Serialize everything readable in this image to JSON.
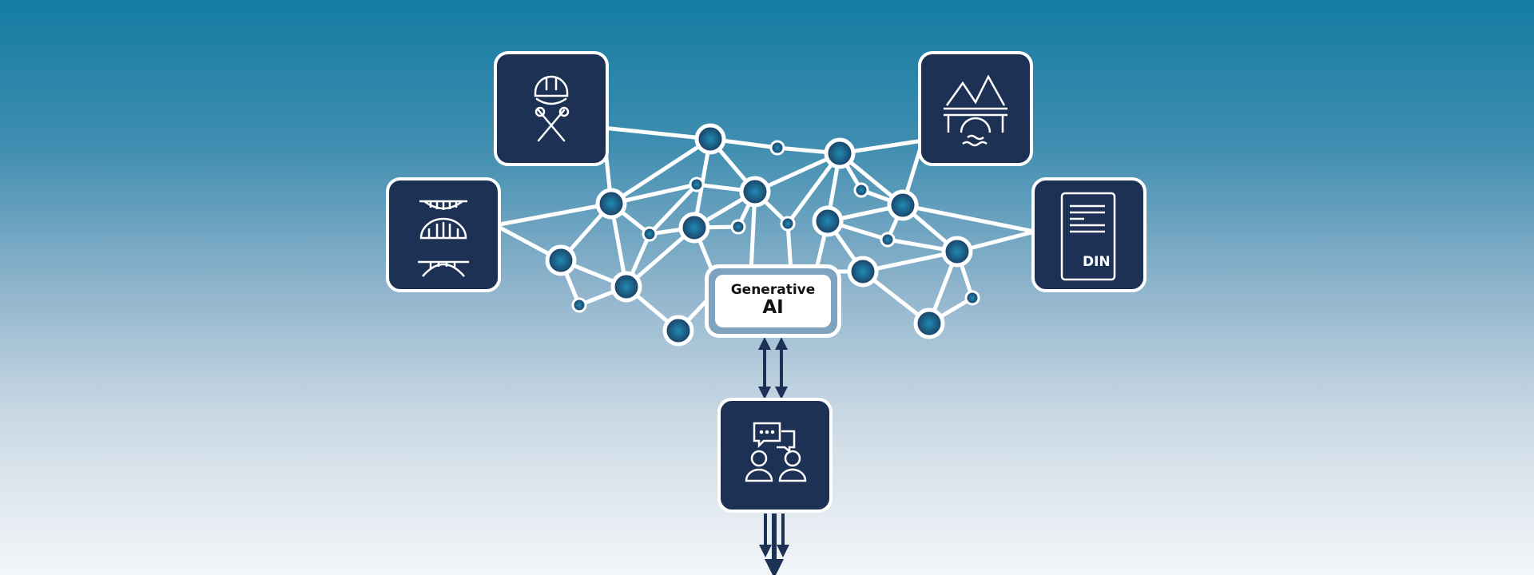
{
  "diagram": {
    "center_label_line1": "Generative",
    "center_label_line2": "AI",
    "din_label": "DIN",
    "icons": [
      "worker-icon",
      "bridges-icon",
      "landscape-bridge-icon",
      "din-document-icon",
      "people-chat-icon"
    ],
    "colors": {
      "box": "#1d3155",
      "node_center": "#1f8bb3",
      "node_edge": "#1b3a5f",
      "arrow": "#1d3155",
      "line": "#ffffff"
    }
  }
}
